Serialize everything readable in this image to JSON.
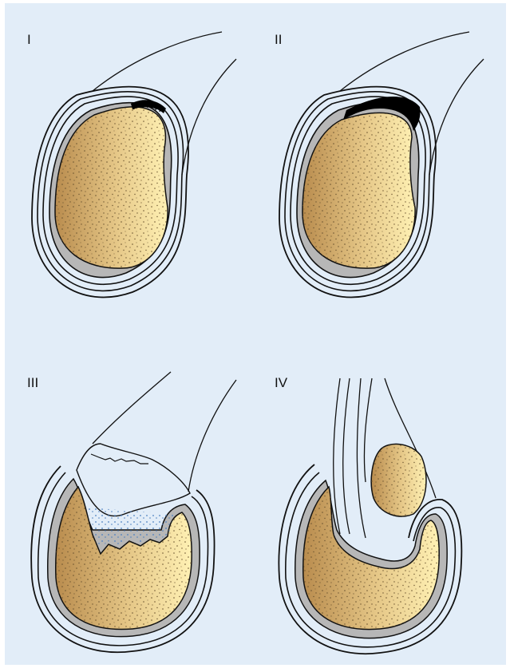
{
  "figure": {
    "background": "#e2edf8",
    "panels": [
      {
        "label": "I",
        "stage": "small-crescent-fissure"
      },
      {
        "label": "II",
        "stage": "subchondral-collapse-crescent"
      },
      {
        "label": "III",
        "stage": "cartilage-flap-separation"
      },
      {
        "label": "IV",
        "stage": "loose-fragment-displaced"
      }
    ]
  },
  "colors": {
    "bone_light": "#fff1b4",
    "bone_dark": "#b98c4e",
    "cartilage": "#b7b7b7",
    "outline": "#111111",
    "crescent": "#000000",
    "fragment_dots": "#4a7fc0"
  }
}
